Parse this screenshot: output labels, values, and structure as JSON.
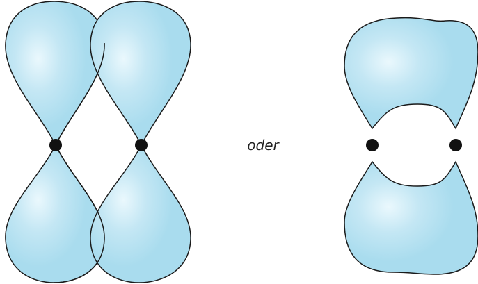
{
  "connector_text": "oder",
  "colors": {
    "lobe_fill": "#a9dcee",
    "lobe_highlight": "#eaf8fd",
    "outline": "#1a1a1a",
    "atom": "#111111",
    "text": "#222222"
  },
  "left_figure": {
    "description_type": "two overlapping p-orbitals, side by side",
    "atoms": 2,
    "lobes_per_atom": 2
  },
  "right_figure": {
    "description_type": "merged upper and lower lobes over two atoms",
    "atoms": 2,
    "merged_lobes": 2
  }
}
